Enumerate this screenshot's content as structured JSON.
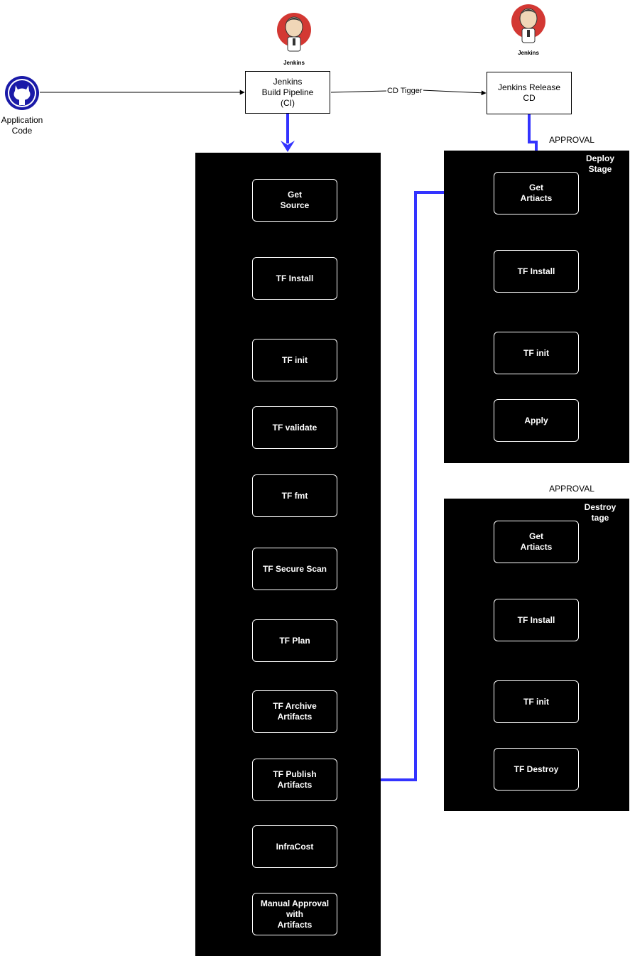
{
  "source": {
    "label": "Application\nCode",
    "icon": "github-octocat-icon",
    "color": "#1a1aa8"
  },
  "ci": {
    "label": "Jenkins\nBuild Pipeline\n(CI)",
    "logo_text": "Jenkins",
    "steps": [
      "Get\nSource",
      "TF Install",
      "TF init",
      "TF validate",
      "TF fmt",
      "TF Secure Scan",
      "TF Plan",
      "TF Archive\nArtifacts",
      "TF Publish\nArtifacts",
      "InfraCost",
      "Manual Approval\nwith\nArtifacts"
    ]
  },
  "cd": {
    "label": "Jenkins Release\nCD",
    "logo_text": "Jenkins",
    "trigger_label": "CD Tigger",
    "deploy": {
      "approval_label": "APPROVAL",
      "stage_label": "Deploy\nStage",
      "steps": [
        "Get\nArtiacts",
        "TF Install",
        "TF init",
        "Apply"
      ]
    },
    "destroy": {
      "approval_label": "APPROVAL",
      "stage_label": "Destroy\ntage",
      "steps": [
        "Get\nArtiacts",
        "TF Install",
        "TF init",
        "TF Destroy"
      ]
    }
  },
  "colors": {
    "flow": "#3333ff",
    "panel": "#000000",
    "jenkins_red": "#d33833"
  }
}
